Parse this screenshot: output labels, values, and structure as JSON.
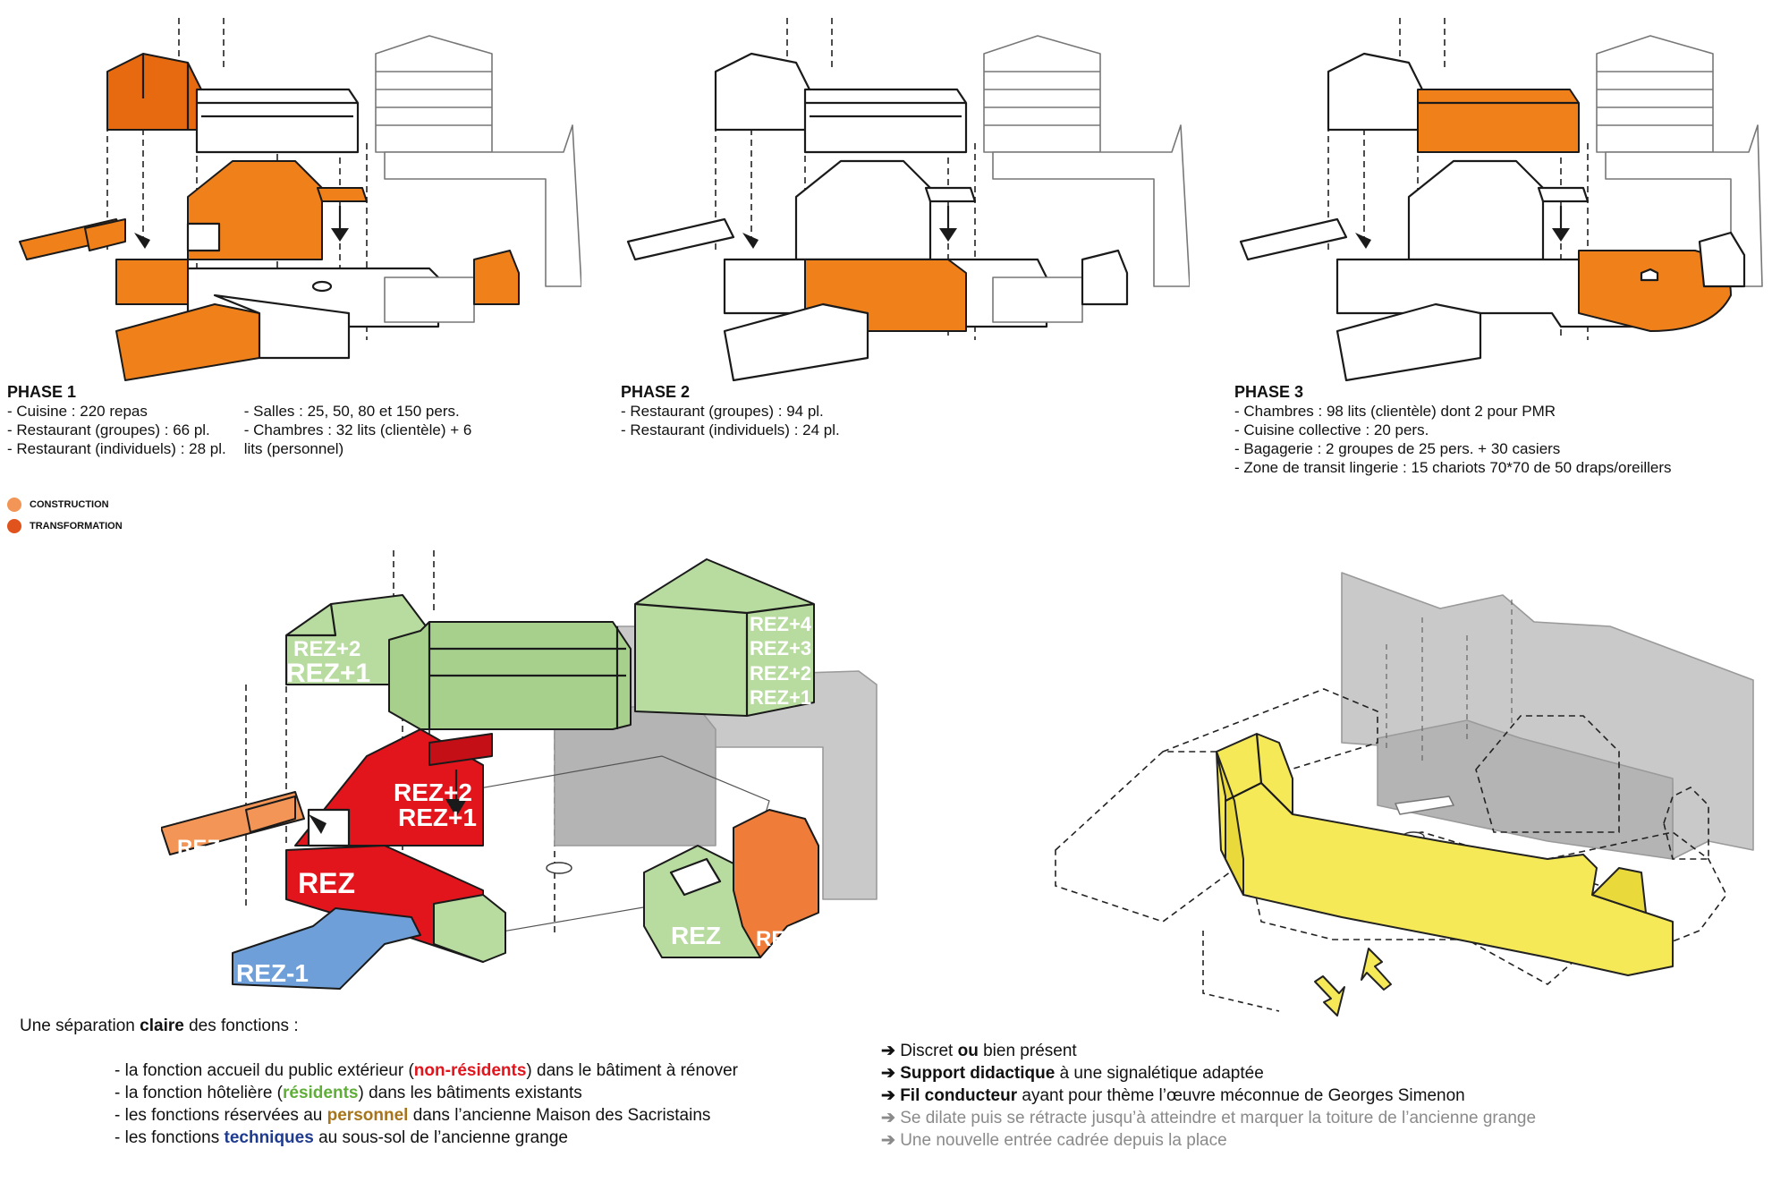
{
  "phases": [
    {
      "title": "PHASE 1",
      "col1": [
        "- Cuisine : 220 repas",
        "- Restaurant (groupes) : 66 pl.",
        "- Restaurant (individuels) : 28 pl."
      ],
      "col2": [
        "- Salles : 25, 50, 80 et 150 pers.",
        "- Chambres : 32 lits (clientèle) + 6",
        "lits (personnel)"
      ]
    },
    {
      "title": "PHASE 2",
      "col1": [
        "- Restaurant (groupes) : 94 pl.",
        "- Restaurant (individuels) : 24 pl."
      ]
    },
    {
      "title": "PHASE 3",
      "col1": [
        "- Chambres : 98 lits (clientèle) dont 2 pour PMR",
        "- Cuisine collective : 20 pers.",
        "- Bagagerie : 2 groupes de 25 pers. + 30 casiers",
        "- Zone de transit lingerie : 15 chariots 70*70 de 50 draps/oreillers"
      ]
    }
  ],
  "legend": [
    {
      "label": "CONSTRUCTION",
      "color": "#f29556"
    },
    {
      "label": "TRANSFORMATION",
      "color": "#e0531c"
    }
  ],
  "floor_labels": {
    "green_left_top": "REZ+2",
    "green_left_bottom": "REZ+1",
    "tower": [
      "REZ+4",
      "REZ+3",
      "REZ+2",
      "REZ+1"
    ],
    "red_upper": "REZ+2",
    "red_lower": "REZ+1",
    "red_base": "REZ",
    "orange_left": "REZ",
    "blue": "REZ-1",
    "green_round": "REZ",
    "orange_round": "REZ"
  },
  "functions": {
    "intro_before": "Une séparation ",
    "intro_bold": "claire",
    "intro_after": " des fonctions :",
    "items": [
      {
        "before": "- la fonction accueil du public extérieur (",
        "kw": "non-résidents",
        "after": ") dans le bâtiment à rénover",
        "color": "#e2141c"
      },
      {
        "before": "- la fonction hôtelière (",
        "kw": "résidents",
        "after": ") dans les bâtiments existants",
        "color": "#5fae38"
      },
      {
        "before": "- les fonctions réservées au ",
        "kw": "personnel",
        "after": " dans l’ancienne Maison des Sacristains",
        "color": "#a6741c"
      },
      {
        "before": "- les fonctions ",
        "kw": "techniques",
        "after": " au sous-sol de l’ancienne grange",
        "color": "#1f3b8f"
      }
    ]
  },
  "notes": {
    "arrow": "➔",
    "l1a": "Discret ",
    "l1b": "ou",
    "l1c": " bien présent",
    "l2a": "Support didactique",
    "l2b": " à une signalétique adaptée",
    "l3a": "Fil conducteur",
    "l3b": " ayant pour thème l’œuvre méconnue de Georges Simenon",
    "l4": "Se dilate puis se rétracte jusqu’à atteindre et marquer la toiture de l’ancienne grange",
    "l5": "Une nouvelle entrée cadrée depuis la place"
  }
}
